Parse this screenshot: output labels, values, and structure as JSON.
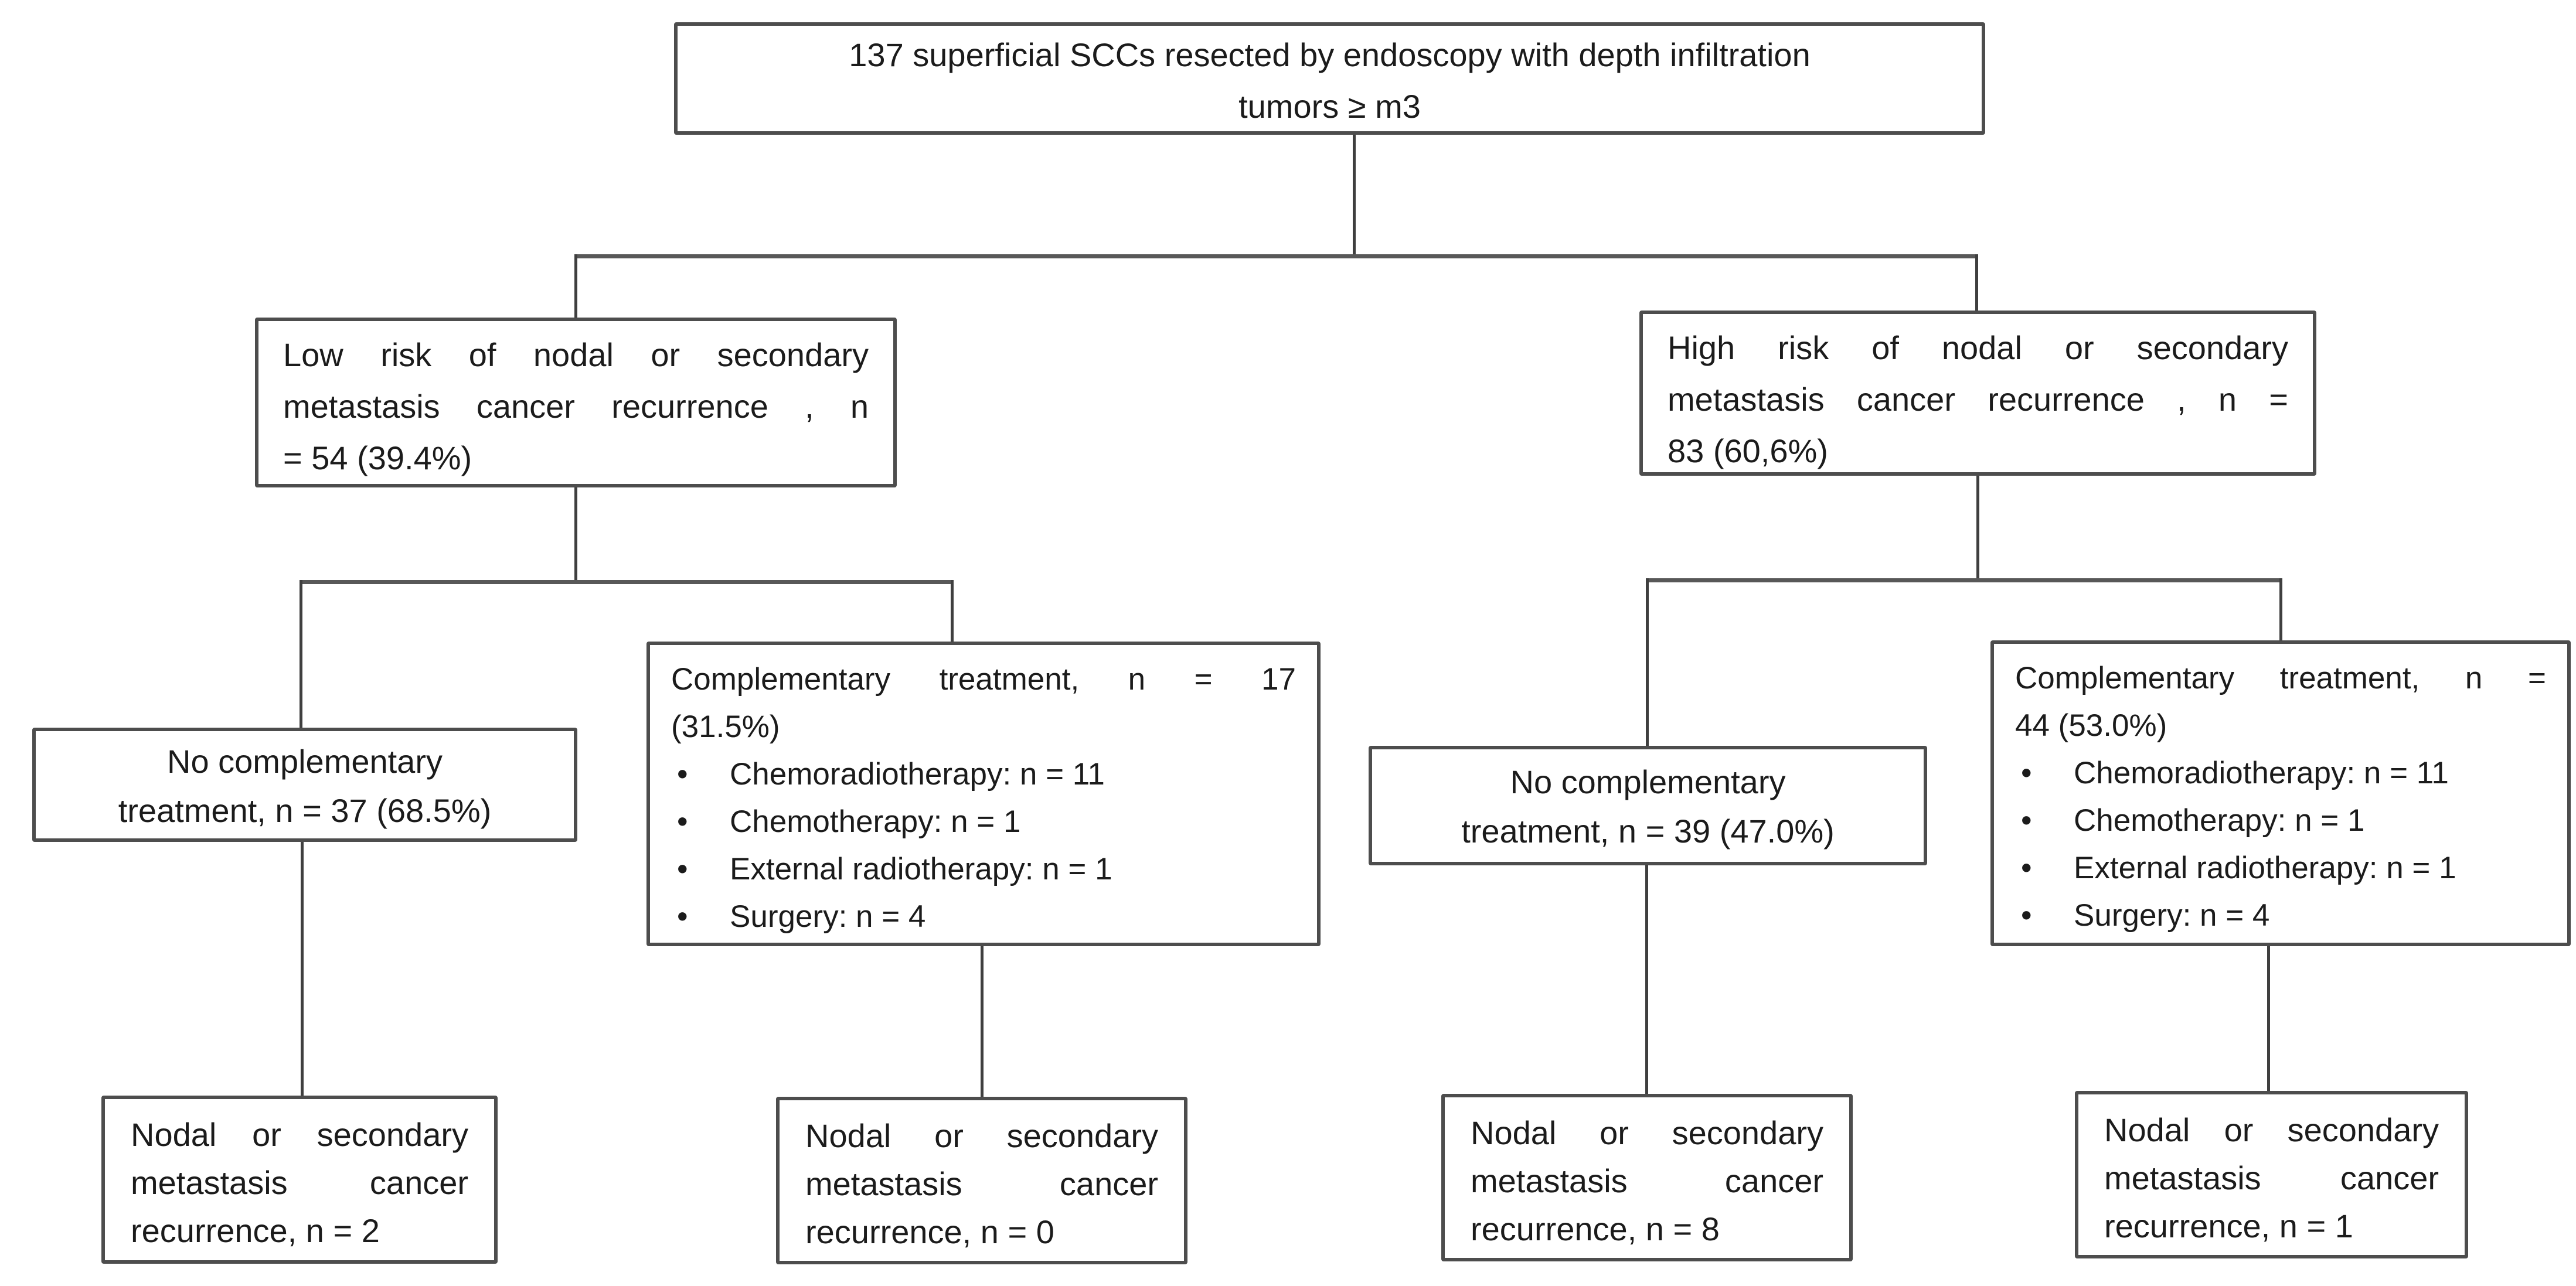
{
  "diagram": {
    "bullet": "•",
    "nodes": {
      "root": {
        "line1": "137 superficial SCCs resected by endoscopy with depth infiltration",
        "line2": "tumors ≥ m3"
      },
      "low_risk": {
        "line1": "Low risk of nodal or secondary",
        "line2": "metastasis cancer recurrence , n",
        "line3": "= 54 (39.4%)"
      },
      "high_risk": {
        "line1": "High risk of nodal or secondary",
        "line2": "metastasis cancer recurrence , n =",
        "line3": "83 (60,6%)"
      },
      "no_comp_left": {
        "line1": "No complementary",
        "line2": "treatment, n = 37 (68.5%)"
      },
      "comp_left": {
        "line1": "Complementary treatment, n = 17",
        "line2": "(31.5%)",
        "items": [
          "Chemoradiotherapy: n = 11",
          "Chemotherapy: n = 1",
          "External radiotherapy: n = 1",
          "Surgery: n = 4"
        ]
      },
      "no_comp_right": {
        "line1": "No complementary",
        "line2": "treatment, n = 39 (47.0%)"
      },
      "comp_right": {
        "line1": "Complementary treatment, n =",
        "line2": "44 (53.0%)",
        "items": [
          "Chemoradiotherapy: n = 11",
          "Chemotherapy: n = 1",
          "External radiotherapy: n = 1",
          "Surgery: n = 4"
        ]
      },
      "rec_low_nocomp": {
        "line1": "Nodal or secondary",
        "line2": "metastasis cancer",
        "line3": "recurrence, n = 2"
      },
      "rec_low_comp": {
        "line1": "Nodal or secondary",
        "line2": "metastasis cancer",
        "line3": "recurrence, n = 0"
      },
      "rec_high_nocomp": {
        "line1": "Nodal or secondary",
        "line2": "metastasis cancer",
        "line3": "recurrence, n = 8"
      },
      "rec_high_comp": {
        "line1": "Nodal or secondary",
        "line2": "metastasis cancer",
        "line3": "recurrence, n = 1"
      }
    }
  }
}
